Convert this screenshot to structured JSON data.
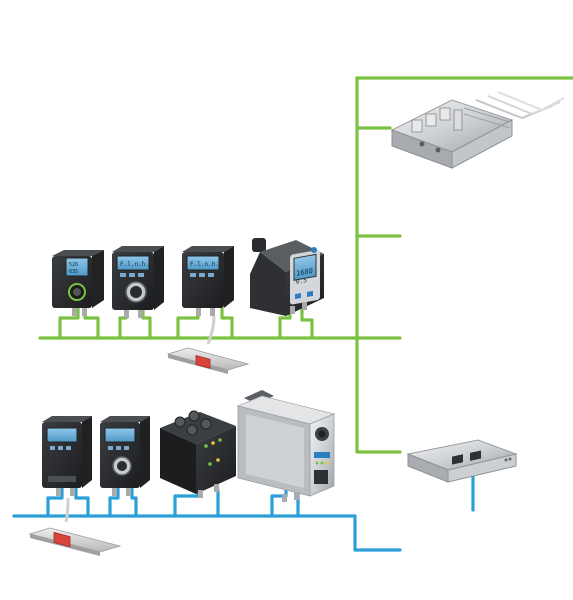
{
  "colors": {
    "background": "#ffffff",
    "green_bus": "#7cc242",
    "blue_bus": "#2a9fd8",
    "device_dark": "#2b2d30",
    "device_silver": "#c9ccd0",
    "display_blue": "#6db3e0",
    "connector_red": "#d9453a"
  },
  "networks": [
    {
      "name": "green-fieldbus",
      "color_key": "green_bus"
    },
    {
      "name": "blue-ethernet",
      "color_key": "blue_bus"
    }
  ],
  "devices": {
    "top_row": [
      {
        "name": "compact-position-indicator",
        "icon": "position-indicator-icon"
      },
      {
        "name": "position-indicator-hollow-shaft",
        "icon": "position-indicator-icon"
      },
      {
        "name": "position-indicator-magnetic",
        "icon": "position-indicator-icon"
      },
      {
        "name": "actuator-with-display",
        "icon": "actuator-icon"
      }
    ],
    "bottom_row": [
      {
        "name": "position-indicator-a",
        "icon": "position-indicator-icon"
      },
      {
        "name": "position-indicator-b",
        "icon": "position-indicator-icon"
      },
      {
        "name": "compact-drive",
        "icon": "drive-icon"
      },
      {
        "name": "servo-drive-silver",
        "icon": "drive-icon"
      }
    ],
    "right_side": [
      {
        "name": "io-terminal-block",
        "icon": "terminal-block-icon"
      },
      {
        "name": "network-gateway",
        "icon": "gateway-icon"
      }
    ],
    "sensors": [
      {
        "name": "magnetic-tape-sensor-top",
        "icon": "magnetic-sensor-icon"
      },
      {
        "name": "magnetic-tape-sensor-bottom",
        "icon": "magnetic-sensor-icon"
      }
    ]
  }
}
